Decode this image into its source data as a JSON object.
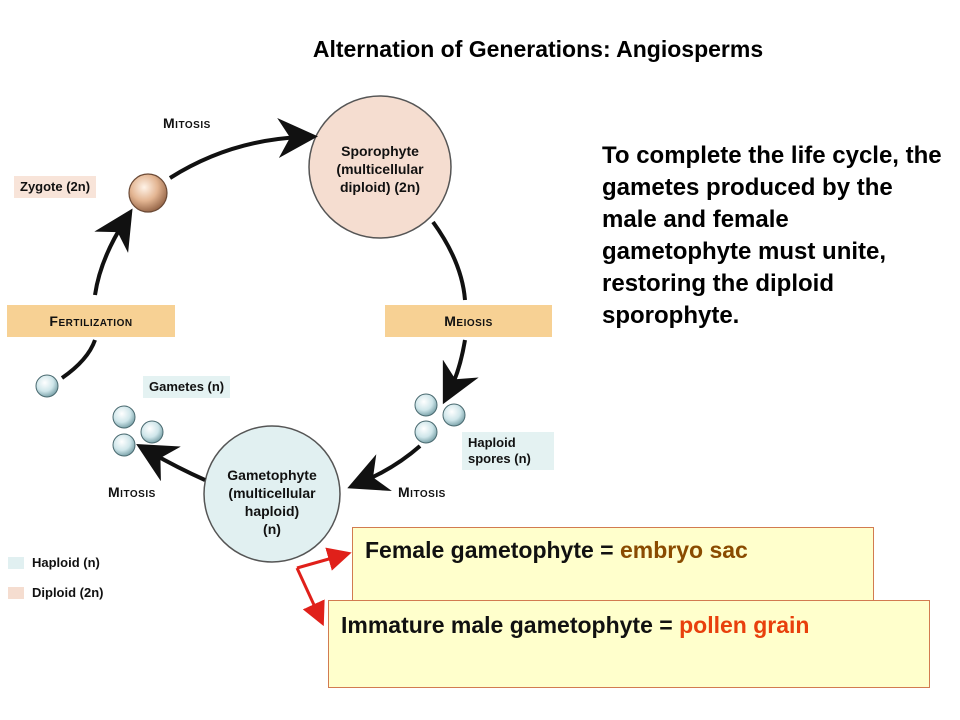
{
  "title": "Alternation of Generations: Angiosperms",
  "explanation": "To complete the life cycle, the gametes produced by the male and female gametophyte must unite, restoring the diploid sporophyte.",
  "diagram": {
    "mitosis_top": "Mitosis",
    "mitosis_left": "Mitosis",
    "mitosis_right": "Mitosis",
    "sporophyte_line1": "Sporophyte",
    "sporophyte_line2": "(multicellular",
    "sporophyte_line3": "diploid) (2n)",
    "gametophyte_line1": "Gametophyte",
    "gametophyte_line2": "(multicellular",
    "gametophyte_line3": "haploid)",
    "gametophyte_line4": "(n)",
    "zygote": "Zygote (2n)",
    "fertilization": "Fertilization",
    "meiosis": "Meiosis",
    "gametes": "Gametes (n)",
    "spores_line1": "Haploid",
    "spores_line2": "spores (n)"
  },
  "legend": {
    "haploid": "Haploid (n)",
    "diploid": "Diploid (2n)"
  },
  "callouts": {
    "female_prefix": "Female gametophyte = ",
    "female_term": "embryo sac",
    "male_prefix": "Immature male gametophyte = ",
    "male_term": "pollen grain"
  },
  "colors": {
    "sporophyte_fill": "#f5ddd0",
    "gametophyte_fill": "#e1f0f1",
    "bar_fill": "#f7d194",
    "callout_fill": "#ffffcc",
    "red_arrow": "#e0201a"
  }
}
